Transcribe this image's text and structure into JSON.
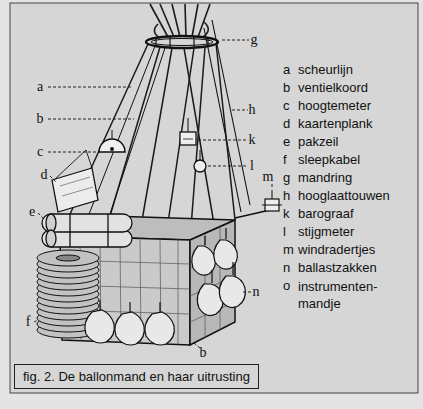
{
  "diagram": {
    "caption": "fig. 2. De ballonmand en haar uitrusting",
    "labels": [
      "a",
      "b",
      "c",
      "d",
      "e",
      "f",
      "g",
      "h",
      "k",
      "l",
      "m",
      "n",
      "b",
      "a",
      "scheurlijn",
      "b",
      "ventielkoord",
      "c",
      "hoogtemeter",
      "d",
      "kaartenplank",
      "e",
      "pakzeil",
      "f",
      "sleepkabel",
      "g",
      "mandring",
      "h",
      "hooglaattouwen",
      "k",
      "barograaf",
      "l",
      "stijgmeter",
      "m",
      "windradertjes",
      "n",
      "ballastzakken",
      "o",
      "instrumenten- mandje"
    ]
  }
}
